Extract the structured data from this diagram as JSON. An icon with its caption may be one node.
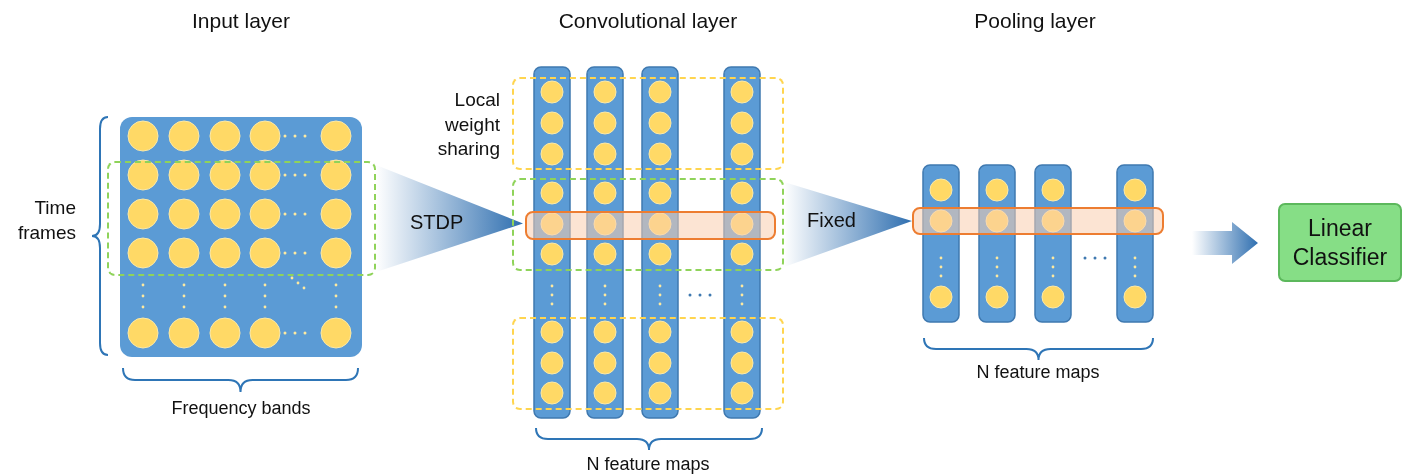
{
  "diagram": {
    "nodes": [
      {
        "text": [],
        "shape": "box"
      },
      {
        "text": [],
        "shape": "box"
      },
      {
        "text": [],
        "shape": "box"
      },
      {
        "text": [],
        "shape": "box"
      },
      {
        "text": [],
        "shape": "bar",
        "in": 3
      },
      {
        "text": [],
        "shape": "box"
      },
      {
        "text": [],
        "shape": "bar"
      },
      {
        "text": [
          "Linear Classifier"
        ]
      }
    ],
    "edges": [
      {
        "from": 1,
        "to": 4,
        "arrow": "to",
        "label": "STDP"
      },
      {
        "from": 3,
        "to": 6,
        "arrow": "to",
        "label": "Fixed"
      },
      {
        "from": null,
        "to": 7,
        "arrow": "to"
      }
    ],
    "labels": [
      "Input layer",
      "Convolutional layer",
      "Pooling layer",
      "Local weight sharing",
      "Time frames",
      "Frequency bands",
      "N feature maps",
      "N feature maps"
    ]
  }
}
